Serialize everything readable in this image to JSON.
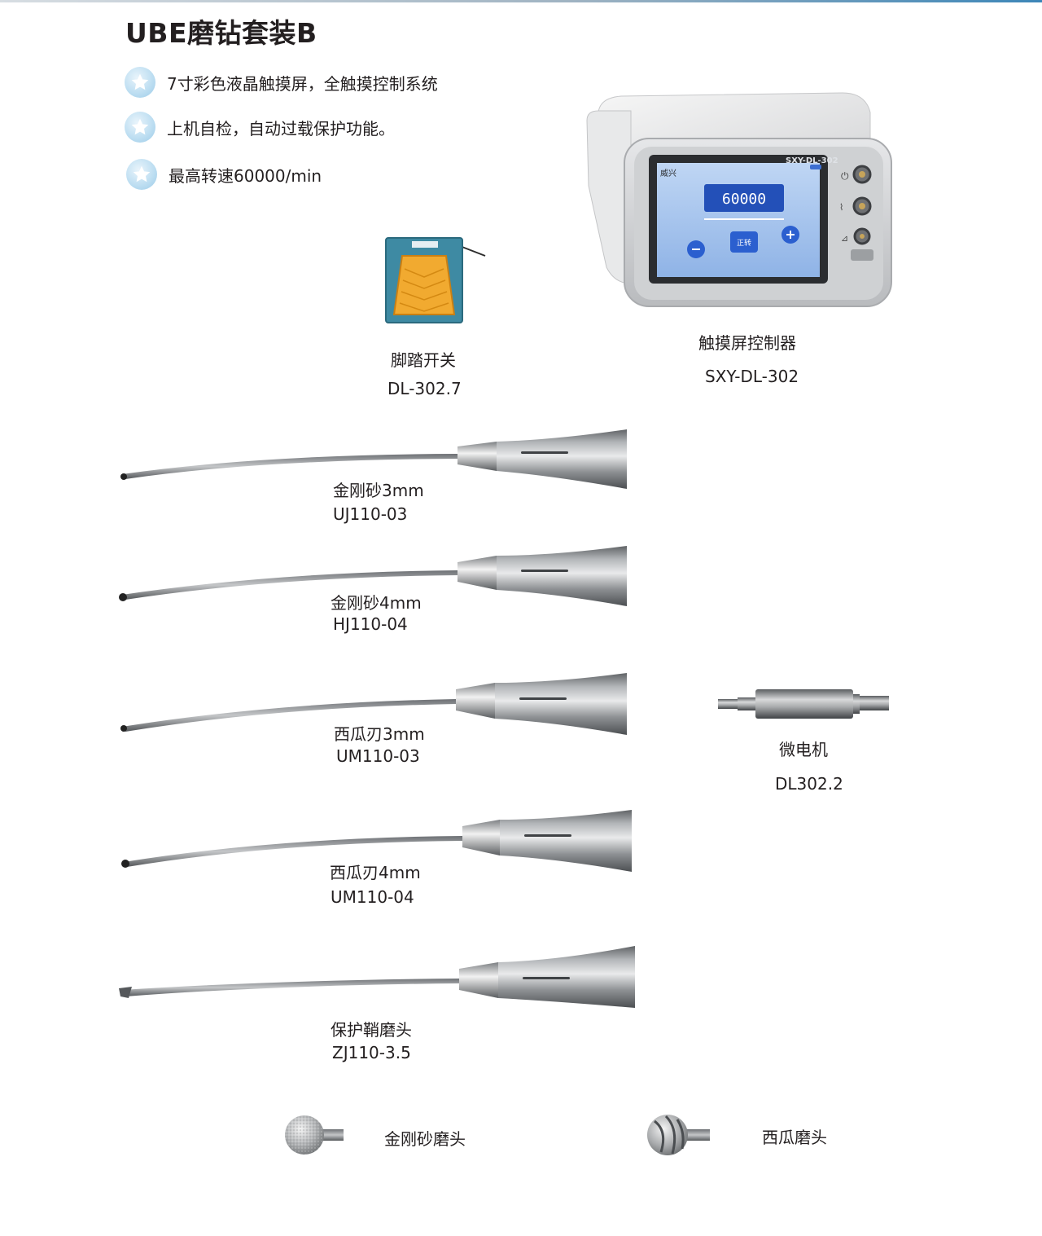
{
  "title": "UBE磨钻套装B",
  "features": [
    "7寸彩色液晶触摸屏，全触摸控制系统",
    "上机自检，自动过载保护功能。",
    "最高转速60000/min"
  ],
  "controller": {
    "brand": "威兴",
    "model_plate": "SXY-DL-302",
    "screen_speed": "60000",
    "screen_button": "正转",
    "name": "触摸屏控制器",
    "model": "SXY-DL-302"
  },
  "pedal": {
    "name": "脚踏开关",
    "model": "DL-302.7"
  },
  "motor": {
    "name": "微电机",
    "model": "DL302.2"
  },
  "tools": [
    {
      "name": "金刚砂3mm",
      "model": "UJ110-03"
    },
    {
      "name": "金刚砂4mm",
      "model": "HJ110-04"
    },
    {
      "name": "西瓜刃3mm",
      "model": "UM110-03"
    },
    {
      "name": "西瓜刃4mm",
      "model": "UM110-04"
    },
    {
      "name": "保护鞘磨头",
      "model": "ZJ110-3.5"
    }
  ],
  "heads": [
    {
      "name": "金刚砂磨头"
    },
    {
      "name": "西瓜磨头"
    }
  ],
  "colors": {
    "badge": "#bfdff2",
    "pedal_frame": "#3e8aa3",
    "pedal_pad": "#f1aa30",
    "screen": "#a6c7ee"
  }
}
